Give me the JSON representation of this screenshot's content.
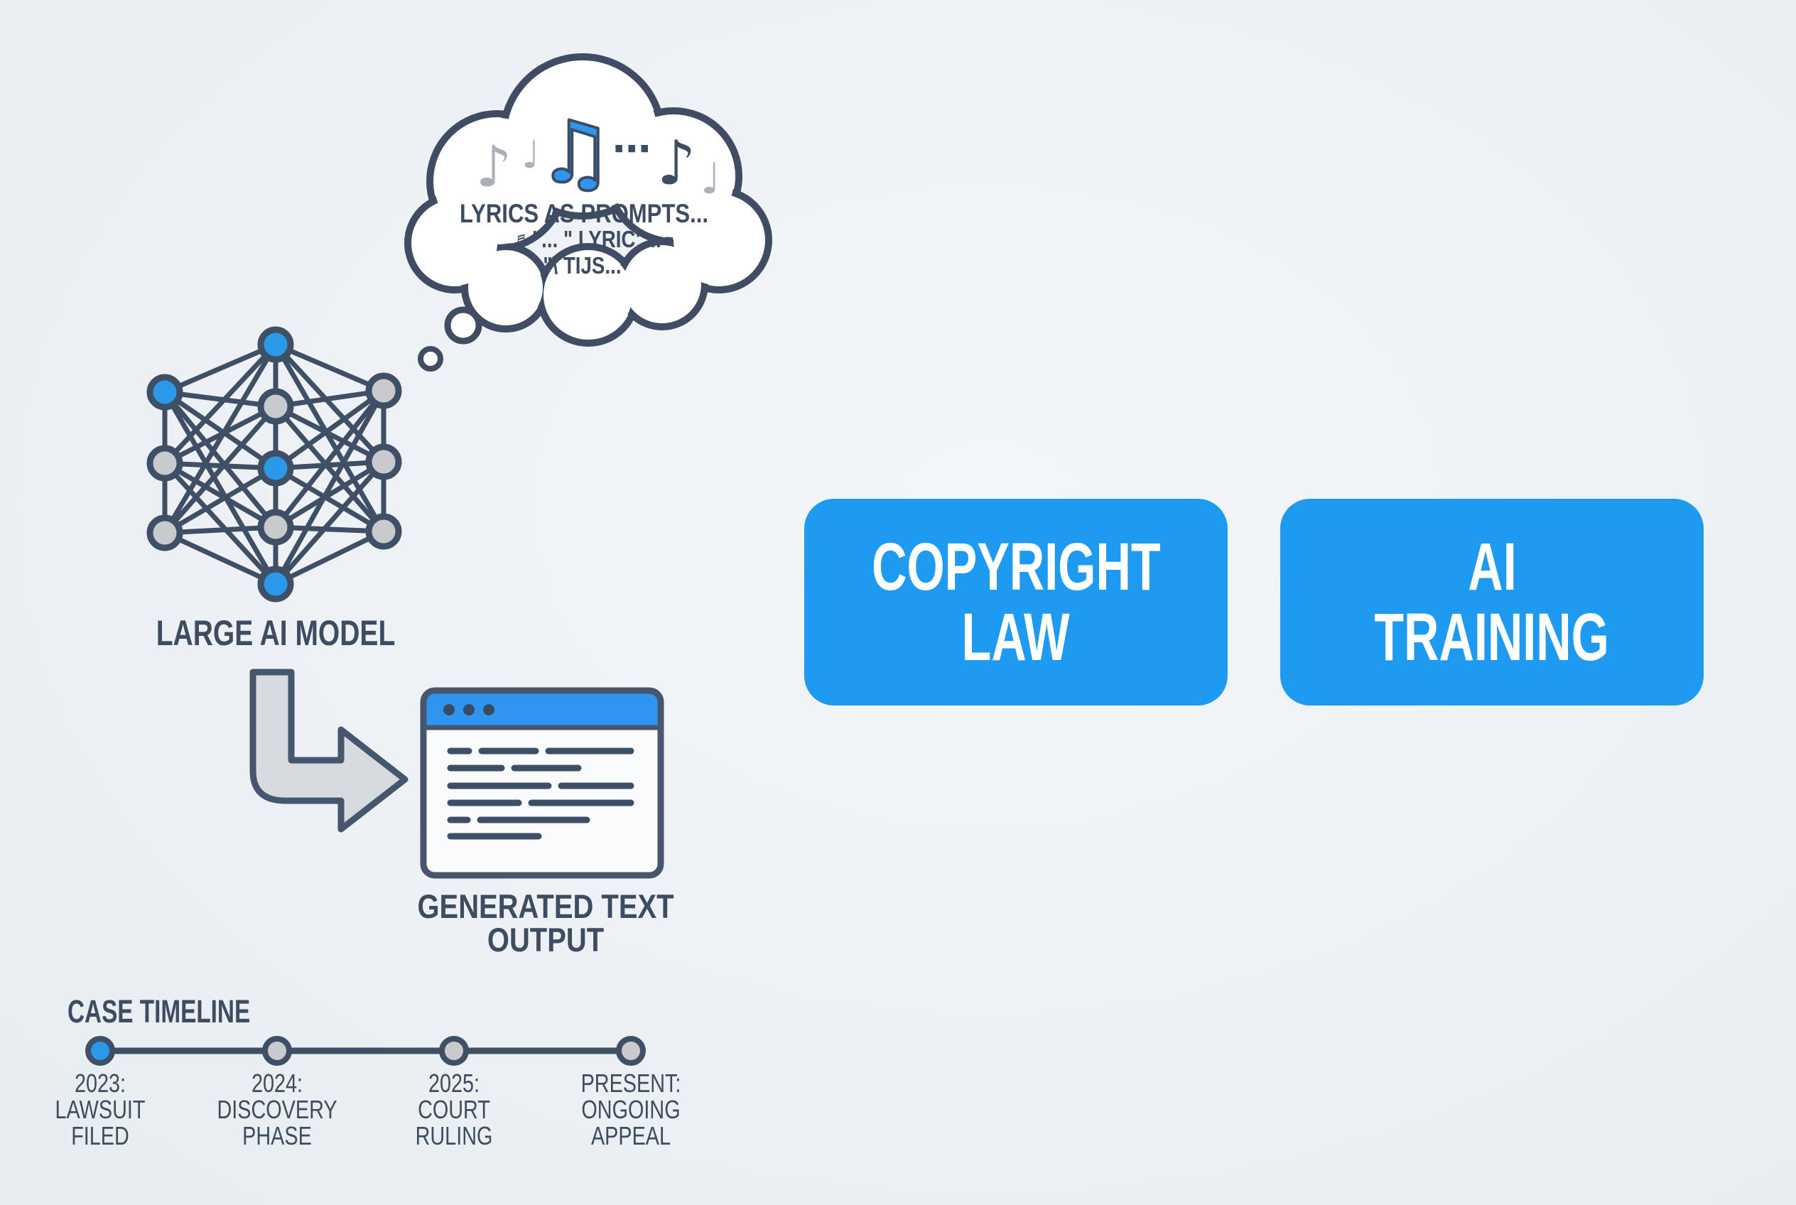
{
  "colors": {
    "background": "#edf1f5",
    "slate_outline": "#3f4c63",
    "node_blue": "#2a9ae8",
    "node_gray": "#c9cacd",
    "titlebar_blue": "#2e96f0",
    "button_blue": "#1e9bf0",
    "arrow_gray": "#d7dade",
    "text_dark": "#3d4c61",
    "text_white": "#ffffff"
  },
  "thought_bubble": {
    "notes": [
      "♪",
      "♩",
      "♫",
      "⋯",
      "♪",
      "♩"
    ],
    "lines": [
      "LYRICS AS PROMPTS...",
      "♬\"... \" LYRIC\"...",
      "\"\\  TIJS...\""
    ]
  },
  "ai_model": {
    "label": "LARGE AI MODEL"
  },
  "output_window": {
    "label_lines": [
      "GENERATED TEXT",
      "OUTPUT"
    ]
  },
  "topics": [
    {
      "lines": [
        "COPYRIGHT",
        "LAW"
      ]
    },
    {
      "lines": [
        "AI",
        "TRAINING"
      ]
    }
  ],
  "timeline": {
    "title": "CASE TIMELINE",
    "events": [
      {
        "year": "2023:",
        "label": "LAWSUIT FILED"
      },
      {
        "year": "2024:",
        "label": "DISCOVERY PHASE"
      },
      {
        "year": "2025:",
        "label": "COURT RULING"
      },
      {
        "year": "PRESENT:",
        "label": "ONGOING APPEAL"
      }
    ]
  }
}
